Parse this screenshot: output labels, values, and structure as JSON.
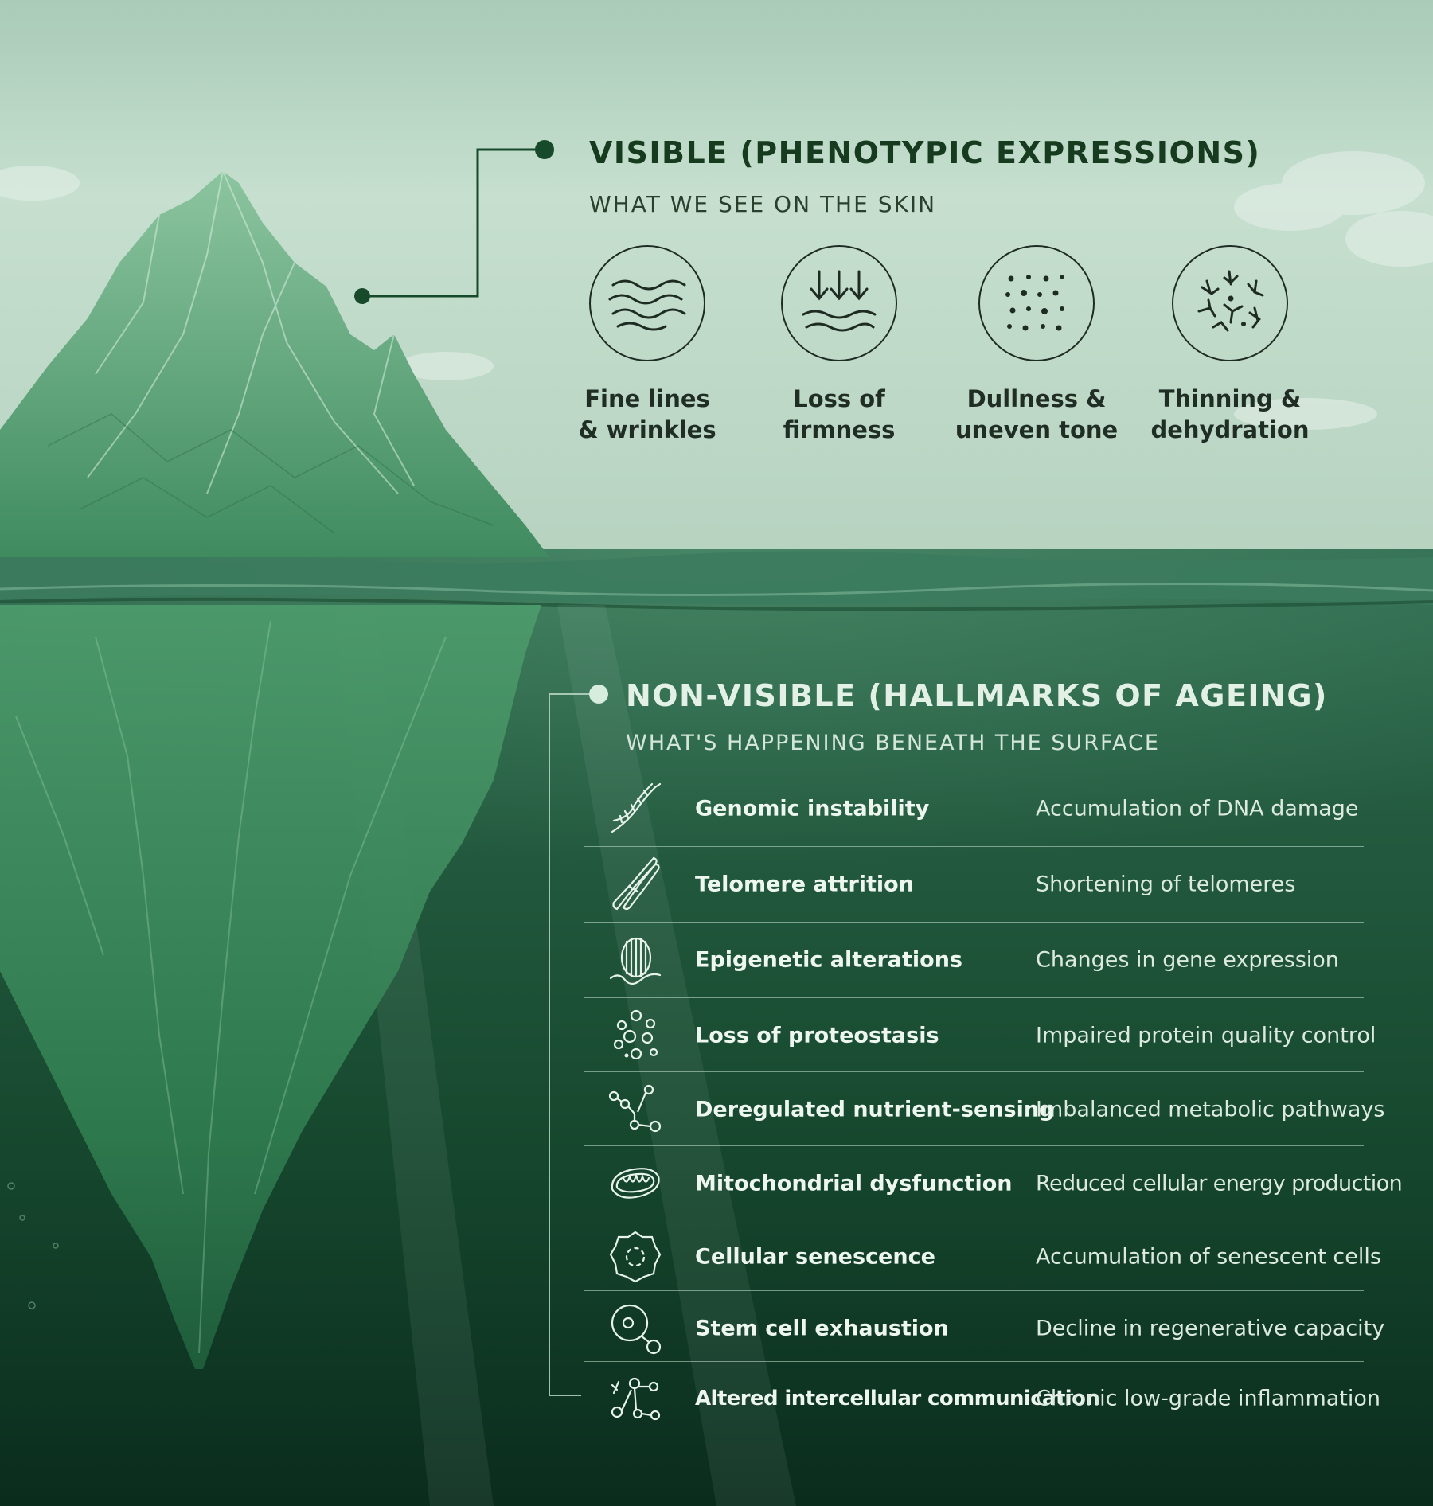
{
  "visible": {
    "title": "VISIBLE (PHENOTYPIC EXPRESSIONS)",
    "subtitle": "WHAT WE SEE ON THE SKIN",
    "items": [
      {
        "label": "Fine lines\n& wrinkles",
        "icon": "waves-icon"
      },
      {
        "label": "Loss of\nfirmness",
        "icon": "down-arrows-icon"
      },
      {
        "label": "Dullness &\nuneven tone",
        "icon": "dots-icon"
      },
      {
        "label": "Thinning &\ndehydration",
        "icon": "branching-icon"
      }
    ]
  },
  "hidden": {
    "title": "NON-VISIBLE (HALLMARKS OF AGEING)",
    "subtitle": "WHAT'S HAPPENING BENEATH THE SURFACE",
    "hallmarks": [
      {
        "name": "Genomic instability",
        "desc": "Accumulation of DNA damage",
        "icon": "dna-icon"
      },
      {
        "name": "Telomere attrition",
        "desc": "Shortening of telomeres",
        "icon": "chromosome-icon"
      },
      {
        "name": "Epigenetic alterations",
        "desc": "Changes in gene expression",
        "icon": "chromatin-icon"
      },
      {
        "name": "Loss of proteostasis",
        "desc": "Impaired protein quality control",
        "icon": "protein-cluster-icon"
      },
      {
        "name": "Deregulated nutrient-sensing",
        "desc": "Imbalanced metabolic pathways",
        "icon": "molecule-network-icon"
      },
      {
        "name": "Mitochondrial dysfunction",
        "desc": "Reduced cellular energy production",
        "icon": "mitochondrion-icon"
      },
      {
        "name": "Cellular senescence",
        "desc": "Accumulation of senescent cells",
        "icon": "senescent-cell-icon"
      },
      {
        "name": "Stem cell exhaustion",
        "desc": "Decline in regenerative capacity",
        "icon": "stem-cell-icon"
      },
      {
        "name": "Altered intercellular communication",
        "desc": "Chronic low-grade inflammation",
        "icon": "cell-signaling-icon"
      }
    ]
  },
  "colors": {
    "sky_top": "#cfe3d6",
    "sky_bottom": "#aacbb5",
    "sea_surface": "#2f6b50",
    "deep_sea": "#0c3322",
    "iceberg": "#4f9a6e",
    "title_dark": "#173b1f",
    "title_light": "#e3f0e6"
  }
}
